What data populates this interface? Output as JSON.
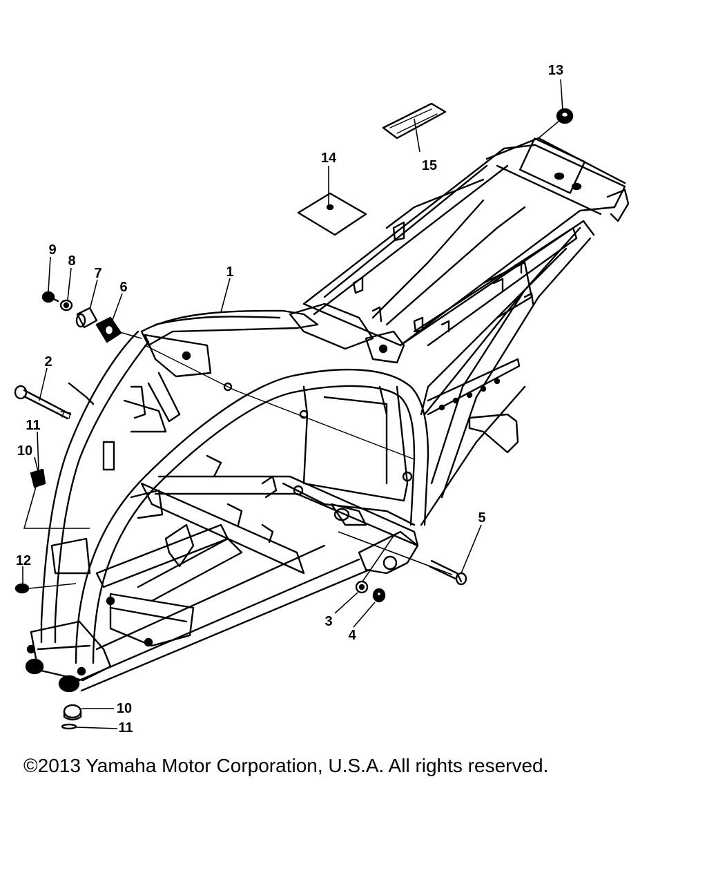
{
  "callouts": {
    "c1": "1",
    "c2": "2",
    "c3": "3",
    "c4": "4",
    "c5": "5",
    "c6": "6",
    "c7": "7",
    "c8": "8",
    "c9": "9",
    "c10a": "10",
    "c10b": "10",
    "c11a": "11",
    "c11b": "11",
    "c12": "12",
    "c13": "13",
    "c14": "14",
    "c15": "15"
  },
  "footer": {
    "copyright": "©2013 Yamaha Motor Corporation, U.S.A. All rights reserved."
  }
}
